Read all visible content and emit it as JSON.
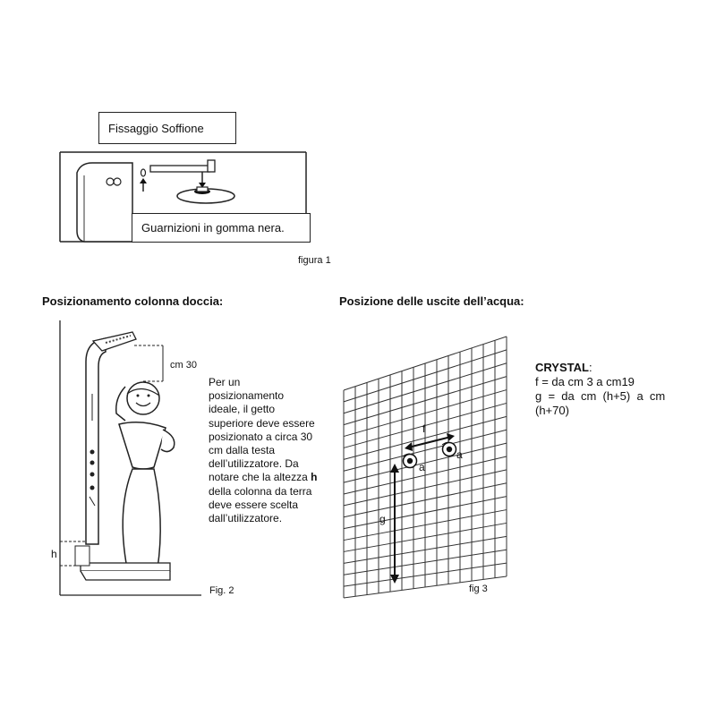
{
  "figure1": {
    "title_label": "Fissaggio Soffione",
    "gasket_label": "Guarnizioni in gomma nera.",
    "caption": "figura 1"
  },
  "figure2": {
    "heading": "Posizionamento colonna doccia:",
    "dimension_label": "cm 30",
    "height_label": "h",
    "paragraph": {
      "part1": "Per un posizionamento ideale, il getto superiore deve essere posizionato a circa 30 cm dalla testa dell’utilizzatore. Da notare che la altezza ",
      "bold": "h",
      "part2": " della colonna da terra deve essere scelta dall’utilizzatore."
    },
    "caption": "Fig. 2"
  },
  "figure3": {
    "heading": "Posizione delle uscite dell’acqua:",
    "label_f": "f",
    "label_g": "g",
    "label_a1": "a",
    "label_a2": "a",
    "caption": "fig 3"
  },
  "crystal": {
    "name": "CRYSTAL",
    "colon": ":",
    "line_f": "f = da cm 3 a cm19",
    "line_g1": "g  =  da  cm  (h+5)  a  cm",
    "line_g2": "(h+70)"
  }
}
